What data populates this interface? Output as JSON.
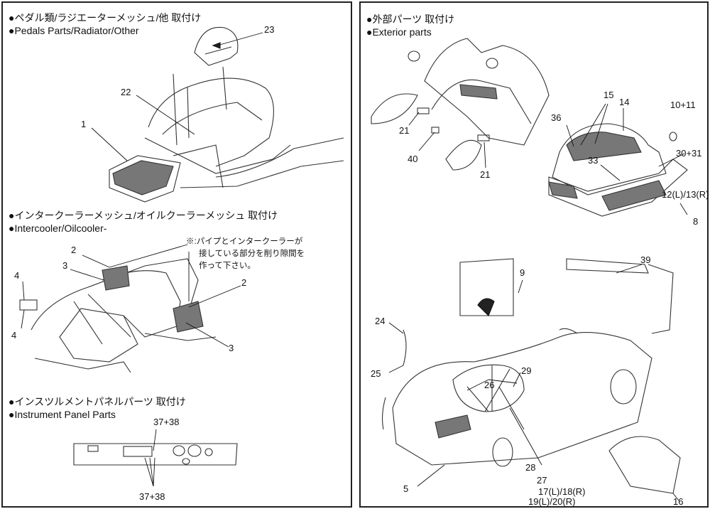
{
  "left_panel": {
    "sec1": {
      "jp": "ペダル類/ラジエーターメッシュ/他 取付け",
      "en": "Pedals Parts/Radiator/Other",
      "callouts": {
        "c23": "23",
        "c22": "22",
        "c1": "1"
      }
    },
    "sec2": {
      "jp": "インタークーラーメッシュ/オイルクーラーメッシュ 取付け",
      "en": "Intercooler/Oilcooler-",
      "note": [
        "※:パイプとインタークーラーが",
        "接している部分を削り隙間を",
        "作って下さい。"
      ],
      "callouts": {
        "c2a": "2",
        "c3a": "3",
        "c2b": "2",
        "c4a": "4",
        "c4b": "4",
        "c3b": "3"
      }
    },
    "sec3": {
      "jp": "インスツルメントパネルパーツ 取付け",
      "en": "Instrument Panel Parts",
      "callouts": {
        "top": "37+38",
        "bottom": "37+38"
      }
    }
  },
  "right_panel": {
    "sec1": {
      "jp": "外部パーツ 取付け",
      "en": "Exterior parts",
      "callouts": {
        "c21a": "21",
        "c40": "40",
        "c21b": "21",
        "c36": "36",
        "c15": "15",
        "c14": "14",
        "c1011": "10+11",
        "c33": "33",
        "c3031": "30+31",
        "c1213": "12(L)/13(R)",
        "c8": "8"
      }
    },
    "sec2": {
      "callouts": {
        "c9": "9",
        "c39": "39",
        "c24": "24",
        "c25": "25",
        "c29": "29",
        "c26": "26",
        "c28": "28",
        "c27": "27",
        "c5": "5",
        "c1718": "17(L)/18(R)",
        "c1920": "19(L)/20(R)",
        "c16": "16"
      }
    }
  },
  "bullet": "●"
}
